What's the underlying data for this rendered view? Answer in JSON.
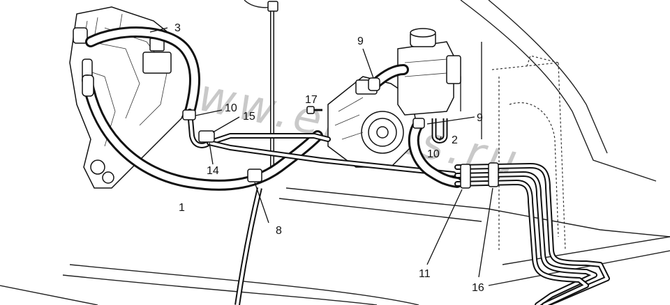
{
  "diagram": {
    "title": "",
    "watermark": "www.elcats.ru",
    "callouts": {
      "c1": "1",
      "c2": "2",
      "c3": "3",
      "c8": "8",
      "c9a": "9",
      "c9b": "9",
      "c10a": "10",
      "c10b": "10",
      "c11": "11",
      "c14": "14",
      "c15": "15",
      "c16": "16",
      "c17": "17"
    },
    "colors": {
      "ink": "#111111",
      "paper": "#ffffff",
      "watermark": "#c9c9c9"
    }
  }
}
